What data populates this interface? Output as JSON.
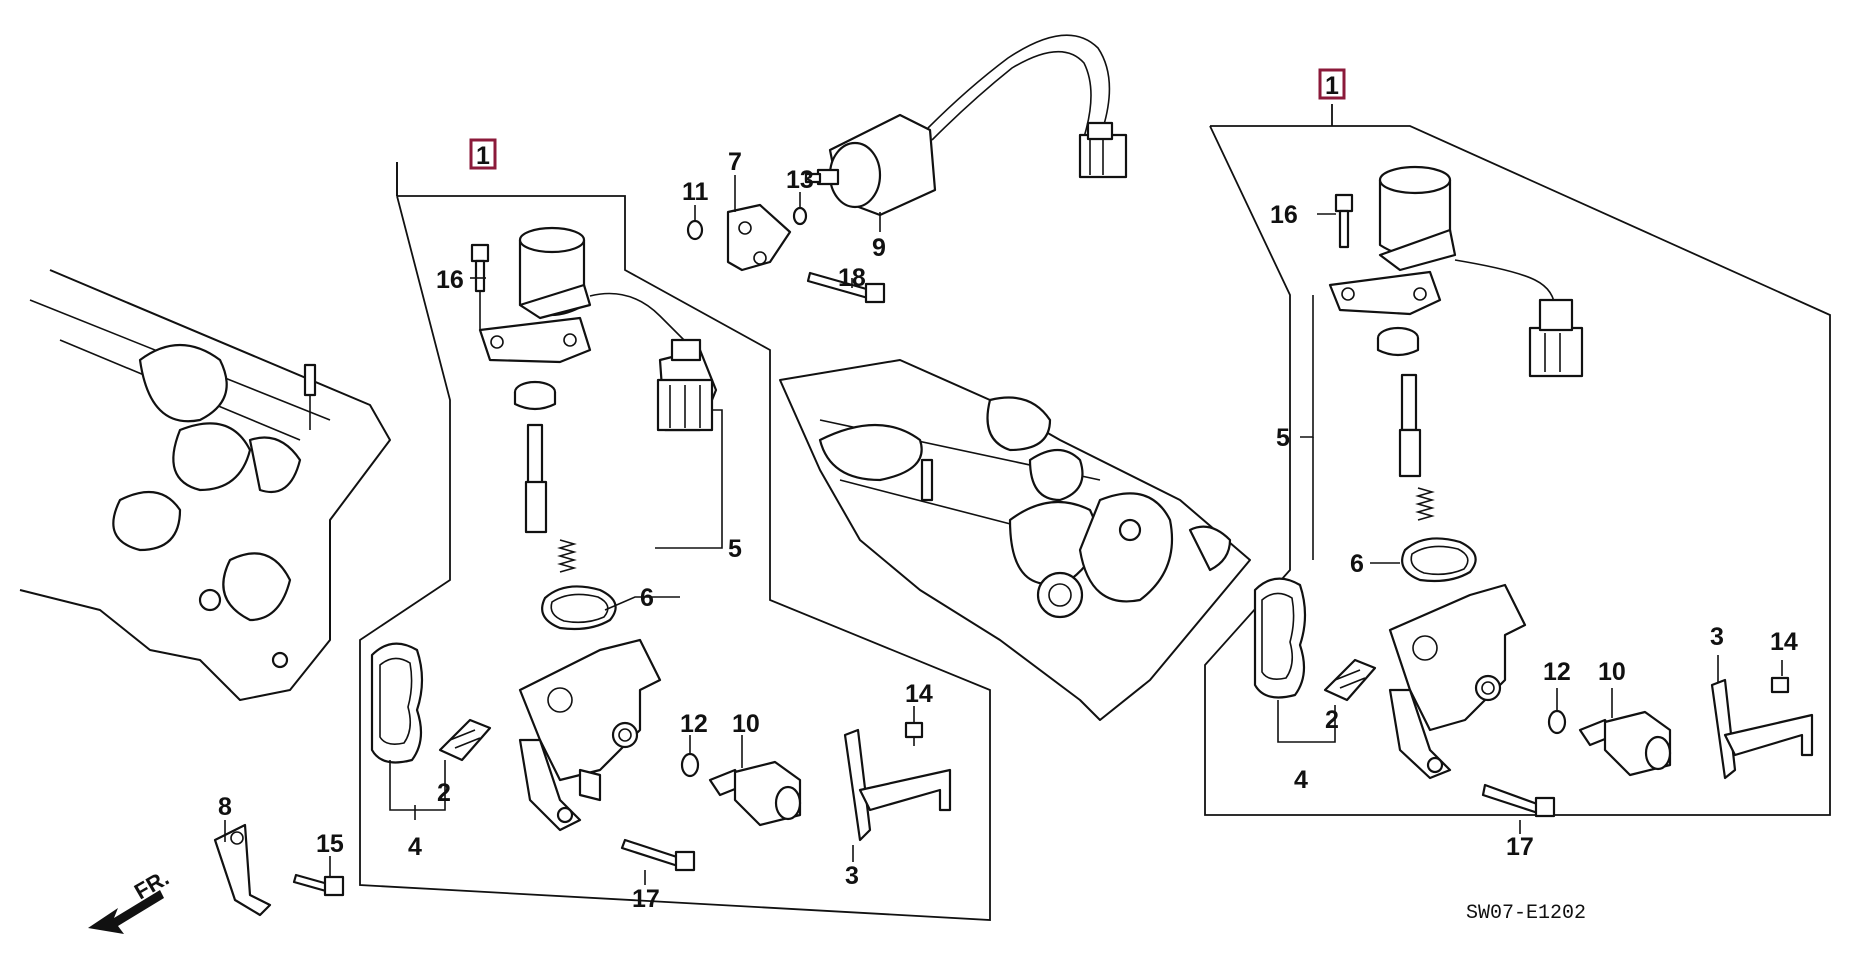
{
  "diagram": {
    "callouts": {
      "kit_left": "1",
      "kit_right": "1",
      "n2_left": "2",
      "n2_right": "2",
      "n3_left": "3",
      "n3_right": "3",
      "n4_left": "4",
      "n4_right": "4",
      "n5_left": "5",
      "n5_right": "5",
      "n6_left": "6",
      "n6_right": "6",
      "n7": "7",
      "n8": "8",
      "n9": "9",
      "n10_left": "10",
      "n10_right": "10",
      "n11": "11",
      "n12_left": "12",
      "n12_right": "12",
      "n13": "13",
      "n14_left": "14",
      "n14_right": "14",
      "n15": "15",
      "n16_left": "16",
      "n16_right": "16",
      "n17_left": "17",
      "n17_right": "17",
      "n18": "18"
    },
    "front_label": "FR.",
    "diagram_code": "SW07-E1202",
    "colors": {
      "ink": "#111111",
      "kit_box": "#8b1a3a",
      "background": "#ffffff"
    }
  }
}
